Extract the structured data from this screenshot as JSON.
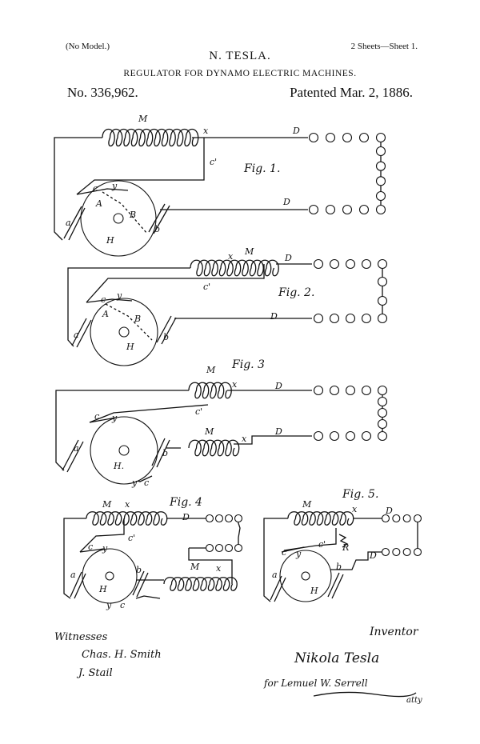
{
  "header": {
    "no_model": "(No Model.)",
    "sheets": "2 Sheets—Sheet 1.",
    "inventor": "N. TESLA.",
    "title": "REGULATOR FOR DYNAMO ELECTRIC MACHINES.",
    "patent_number": "No. 336,962.",
    "patent_date": "Patented Mar. 2, 1886."
  },
  "figures": {
    "fig1": "Fig. 1.",
    "fig2": "Fig. 2.",
    "fig3": "Fig. 3",
    "fig4": "Fig. 4",
    "fig5": "Fig. 5."
  },
  "labels": {
    "M": "M",
    "x": "x",
    "D": "D",
    "c_prime": "c'",
    "c": "c",
    "y": "y",
    "A": "A",
    "B": "B",
    "a": "a",
    "b": "b",
    "H": "H",
    "H_dot": "H.",
    "R": "R"
  },
  "signatures": {
    "witnesses_label": "Witnesses",
    "witness_1": "Chas. H. Smith",
    "witness_2": "J. Stail",
    "inventor_label": "Inventor",
    "inventor_signature": "Nikola Tesla",
    "attorney": "for Lemuel W. Serrell",
    "attorney_suffix": "atty"
  }
}
